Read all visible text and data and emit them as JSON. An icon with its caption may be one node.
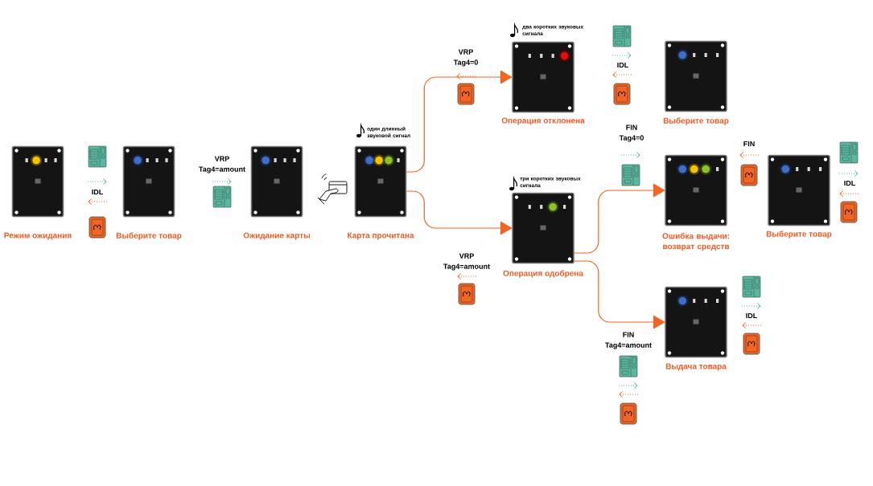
{
  "diagram": {
    "nodes": [
      {
        "text": [
          "Режим ожидания"
        ]
      },
      {
        "text": [
          "Выберите товар"
        ]
      },
      {
        "text": [
          "Ожидание карты"
        ]
      },
      {
        "text": [
          "Карта прочитана"
        ],
        "beside": [
          "один длинный звуковой сигнал"
        ]
      },
      {
        "text": [
          "Операция отклонена"
        ],
        "beside": [
          "два коротких звуковых сигнала"
        ]
      },
      {
        "text": [
          "Выберите товар"
        ]
      },
      {
        "text": [
          "Операция одобрена"
        ],
        "beside": [
          "три коротких звуковых сигнала"
        ]
      },
      {
        "text": [
          "Ошибка выдачи: возврат средств"
        ]
      },
      {
        "text": [
          "Выберите товар"
        ]
      },
      {
        "text": [
          "Выдача товара"
        ]
      }
    ],
    "edges": [
      {
        "from": 3,
        "to": 4,
        "arrow": "to"
      },
      {
        "from": 3,
        "to": 6,
        "arrow": "to"
      },
      {
        "from": 6,
        "to": 7,
        "arrow": "to"
      },
      {
        "from": 6,
        "to": 9,
        "arrow": "to"
      }
    ],
    "labels": [
      "IDL",
      "VRP Tag4=amount",
      "VRP Tag4=0",
      "IDL",
      "FIN Tag4=0",
      "FIN",
      "IDL",
      "VRP Tag4=amount",
      "IDL",
      "FIN Tag4=amount"
    ]
  }
}
